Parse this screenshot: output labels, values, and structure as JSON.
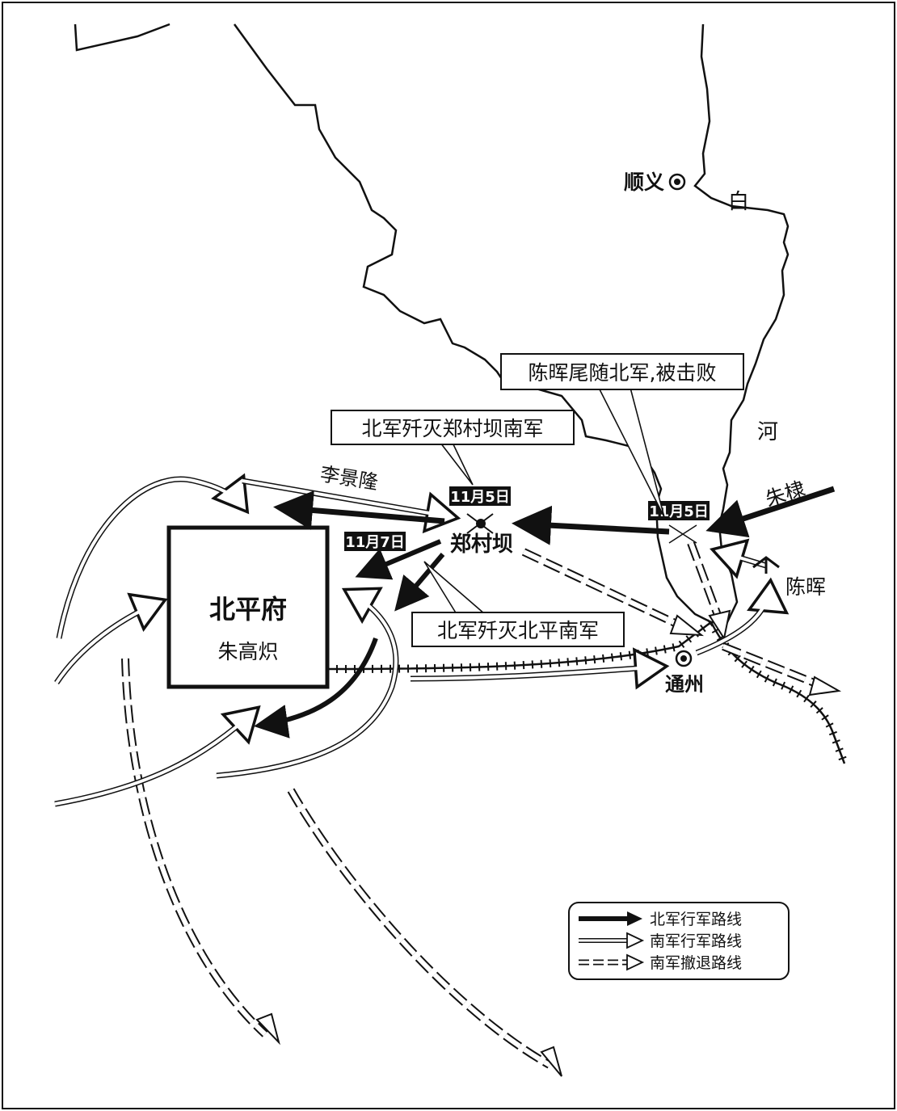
{
  "places": {
    "shunyi": "顺义",
    "tongzhou": "通州",
    "zhengcunba": "郑村坝",
    "beiping": "北平府",
    "beiping_defender": "朱高炽"
  },
  "river": {
    "char_bai": "白",
    "char_he": "河"
  },
  "commanders": {
    "zhu_di": "朱棣",
    "li_jinglong": "李景隆",
    "chen_hui": "陈晖"
  },
  "dates": {
    "zhengcunba_battle": "11月5日",
    "chenhui_battle": "11月5日",
    "beiping_battle": "11月7日"
  },
  "callouts": {
    "chenhui_defeat": "陈晖尾随北军,被击败",
    "zhengcunba_annihilate": "北军歼灭郑村坝南军",
    "beiping_annihilate": "北军歼灭北平南军"
  },
  "legend": {
    "north_march": "北军行军路线",
    "south_march": "南军行军路线",
    "south_retreat": "南军撤退路线"
  },
  "colors": {
    "north_army": "#111111",
    "south_army_outline": "#111111",
    "south_army_fill": "#ffffff",
    "badge_bg": "#111111",
    "badge_text": "#ffffff"
  }
}
